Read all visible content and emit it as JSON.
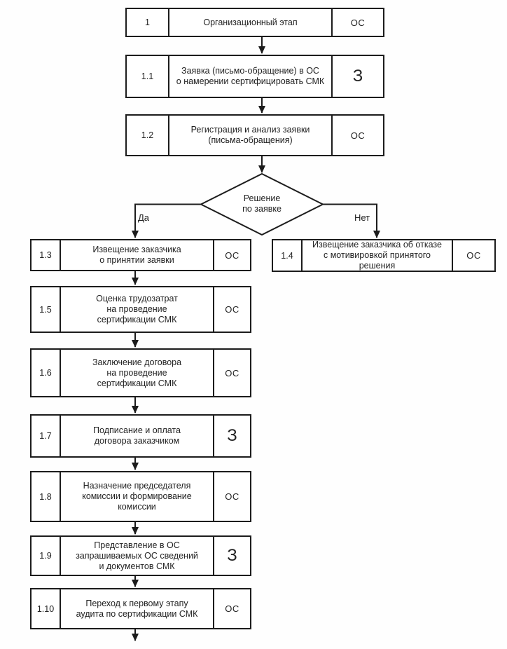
{
  "page": {
    "background": "#ffffff",
    "ink": "#1c1c1c"
  },
  "flowchart": {
    "decision": {
      "text": "Решение\nпо заявке",
      "yes_label": "Да",
      "no_label": "Нет"
    },
    "boxes": [
      {
        "num": "1",
        "text": "Организационный этап",
        "executor": "ОС"
      },
      {
        "num": "1.1",
        "text": "Заявка (письмо-обращение) в ОС\nо намерении сертифицировать СМК",
        "executor": "З"
      },
      {
        "num": "1.2",
        "text": "Регистрация и анализ заявки\n(письма-обращения)",
        "executor": "ОС"
      },
      {
        "num": "1.3",
        "text": "Извещение заказчика\nо принятии заявки",
        "executor": "ОС"
      },
      {
        "num": "1.4",
        "text": "Извещение заказчика об отказе\nс мотивировкой принятого решения",
        "executor": "ОС"
      },
      {
        "num": "1.5",
        "text": "Оценка трудозатрат\nна проведение\nсертификации СМК",
        "executor": "ОС"
      },
      {
        "num": "1.6",
        "text": "Заключение договора\nна проведение\nсертификации СМК",
        "executor": "ОС"
      },
      {
        "num": "1.7",
        "text": "Подписание и оплата\nдоговора заказчиком",
        "executor": "З"
      },
      {
        "num": "1.8",
        "text": "Назначение председателя\nкомиссии и формирование\nкомиссии",
        "executor": "ОС"
      },
      {
        "num": "1.9",
        "text": "Представление в ОС\nзапрашиваемых ОС сведений\nи документов СМК",
        "executor": "З"
      },
      {
        "num": "1.10",
        "text": "Переход к первому этапу\nаудита по сертификации СМК",
        "executor": "ОС"
      }
    ]
  }
}
